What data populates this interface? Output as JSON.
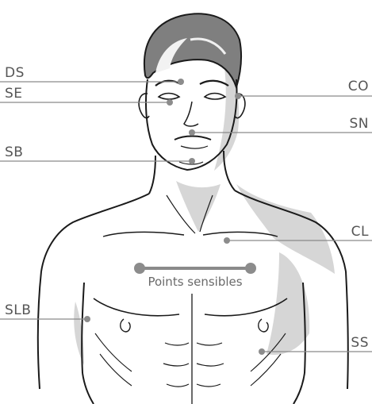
{
  "labels": {
    "ds": "DS",
    "se": "SE",
    "sb": "SB",
    "slb": "SLB",
    "co": "CO",
    "sn": "SN",
    "cl": "CL",
    "ss": "SS"
  },
  "legend": {
    "text": "Points sensibles"
  },
  "colors": {
    "outline": "#1a1a1a",
    "leader": "#8a8a8a",
    "point": "#8c8c8c",
    "shade": "#d4d4d4",
    "hair": "#7a7a7a",
    "label": "#555555"
  }
}
